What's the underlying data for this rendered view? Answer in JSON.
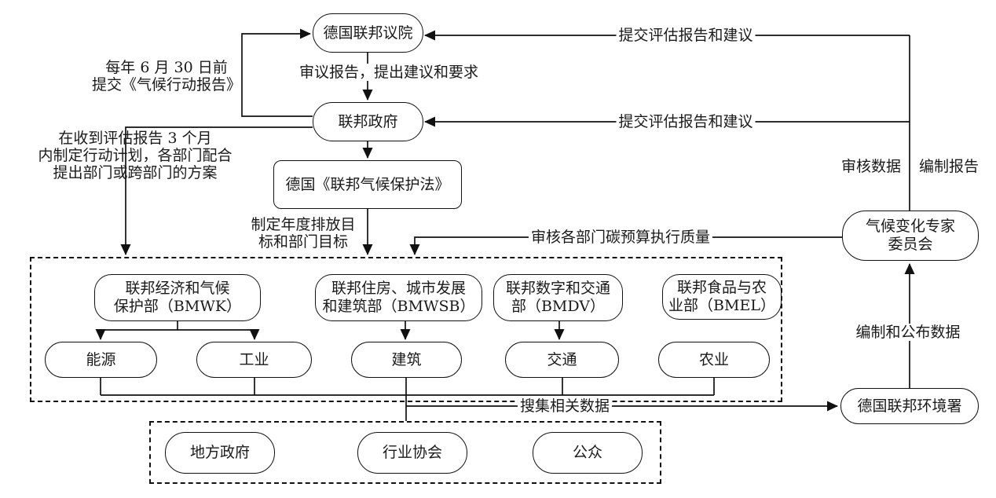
{
  "diagram_title": "",
  "nodes": {
    "bundestag": {
      "label": "德国联邦议院"
    },
    "government": {
      "label": "联邦政府"
    },
    "law": {
      "label": "德国《联邦气候保护法》"
    },
    "committee": {
      "line1": "气候变化专家",
      "line2": "委员会"
    },
    "bmwk": {
      "line1": "联邦经济和气候",
      "line2": "保护部（BMWK）"
    },
    "bmwsb": {
      "line1": "联邦住房、城市发展",
      "line2": "和建筑部（BMWSB）"
    },
    "bmdv": {
      "line1": "联邦数字和交通",
      "line2": "部（BMDV）"
    },
    "bmel": {
      "line1": "联邦食品与农",
      "line2": "业部（BMEL）"
    },
    "energy": {
      "label": "能源"
    },
    "industry": {
      "label": "工业"
    },
    "building": {
      "label": "建筑"
    },
    "transport": {
      "label": "交通"
    },
    "agriculture": {
      "label": "农业"
    },
    "uba": {
      "label": "德国联邦环境署"
    },
    "local_government": {
      "label": "地方政府"
    },
    "industry_association": {
      "label": "行业协会"
    },
    "public": {
      "label": "公众"
    }
  },
  "edge_labels": {
    "review_report": "审议报告，提出建议和要求",
    "annual_submit_1": "每年 6 月 30 日前",
    "annual_submit_2": "提交《气候行动报告》",
    "action_plan_1": "在收到评估报告 3 个月",
    "action_plan_2": "内制定行动计划，各部门配合",
    "action_plan_3": "提出部门或跨部门的方案",
    "targets_1": "制定年度排放目",
    "targets_2": "标和部门目标",
    "audit_budget": "审核各部门碳预算执行质量",
    "submit_eval_top": "提交评估报告和建议",
    "submit_eval_mid": "提交评估报告和建议",
    "audit_data": "审核数据",
    "compile_report": "编制报告",
    "compile_publish": "编制和公布数据",
    "collect_data": "搜集相关数据"
  },
  "colors": {
    "line": "#111111",
    "border": "#111111",
    "text": "#1a1a1a",
    "background": "#ffffff"
  }
}
